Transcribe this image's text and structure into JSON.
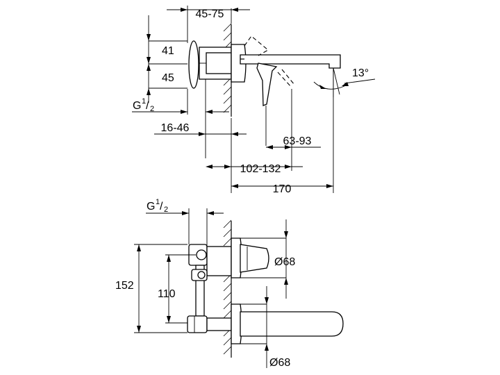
{
  "side_view": {
    "dim_wall_depth": "45-75",
    "dim_upper_height": "41",
    "dim_lower_height": "45",
    "thread_base": "G",
    "thread_num": "1",
    "thread_den": "2",
    "dim_thread_depth": "16-46",
    "dim_lever_reach": "63-93",
    "dim_spout_reach": "102-132",
    "dim_total_length": "170",
    "dim_spout_angle": "13°"
  },
  "top_view": {
    "thread_base": "G",
    "thread_num": "1",
    "thread_den": "2",
    "dim_total_height": "152",
    "dim_inlet_spacing": "110",
    "dim_rosette_upper": "Ø68",
    "dim_rosette_lower": "Ø68"
  }
}
